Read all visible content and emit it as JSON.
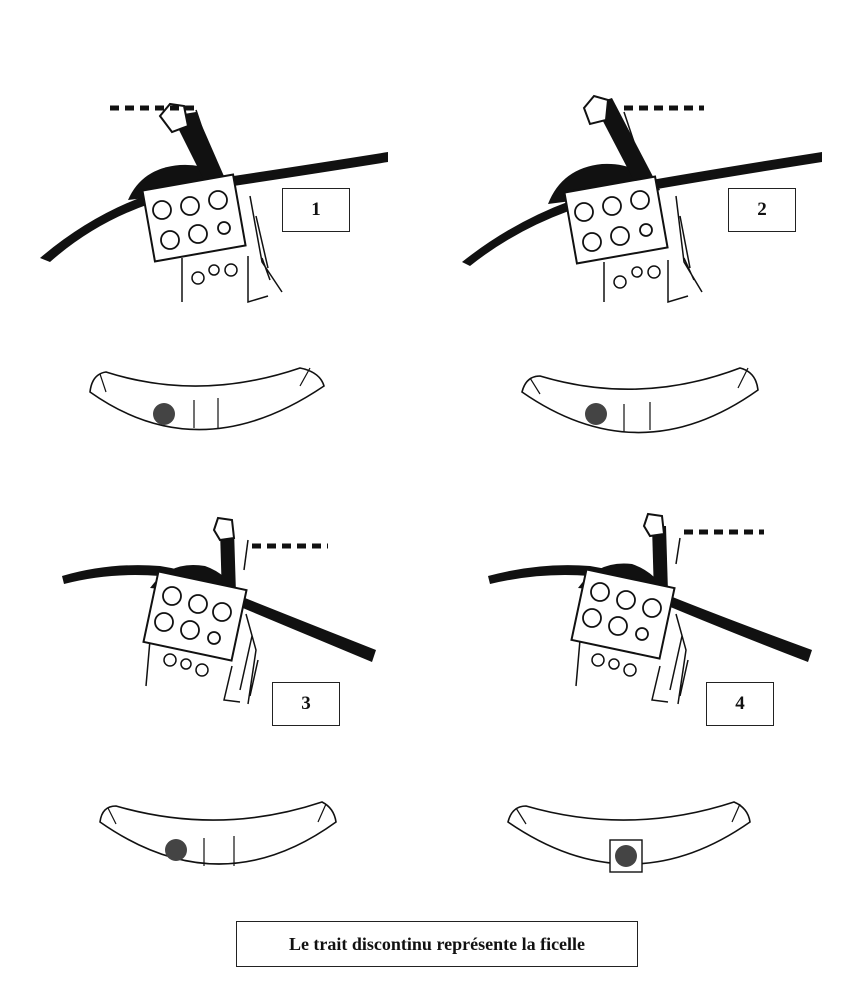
{
  "panels": [
    {
      "id": "1",
      "label": "1"
    },
    {
      "id": "2",
      "label": "2"
    },
    {
      "id": "3",
      "label": "3"
    },
    {
      "id": "4",
      "label": "4"
    }
  ],
  "caption": "Le trait discontinu représente la ficelle",
  "colors": {
    "ink": "#111111",
    "dot": "#444444",
    "paper": "#ffffff"
  }
}
